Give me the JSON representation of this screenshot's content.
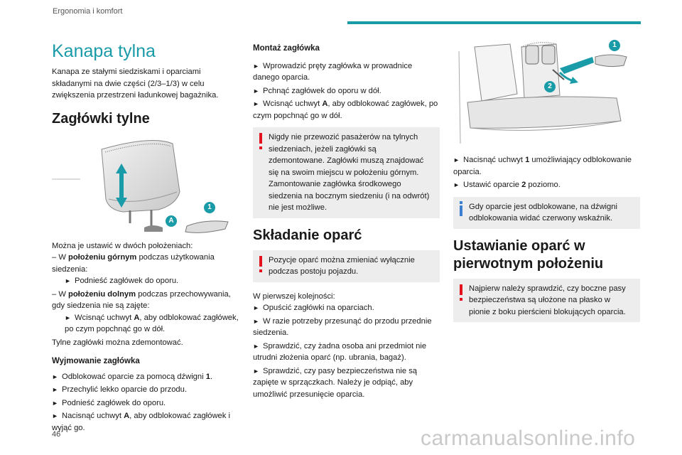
{
  "header": {
    "section": "Ergonomia i komfort",
    "accent_color": "#1a9ba8"
  },
  "col1": {
    "title": "Kanapa tylna",
    "intro": "Kanapa ze stałymi siedziskami i oparciami składanymi na dwie części (2/3–1/3) w celu zwiększenia przestrzeni ładunkowej bagażnika.",
    "heading": "Zagłówki tylne",
    "figure": {
      "label_a": "A",
      "label_1": "1"
    },
    "adjust_intro": "Można je ustawić w dwóch położeniach:",
    "pos_upper_prefix": "– W ",
    "pos_upper_bold": "położeniu górnym",
    "pos_upper_suffix": " podczas użytkowania siedzenia:",
    "pos_upper_step": "Podnieść zagłówek do oporu.",
    "pos_lower_prefix": "– W ",
    "pos_lower_bold": "położeniu dolnym",
    "pos_lower_suffix": " podczas przechowywania, gdy siedzenia nie są zajęte:",
    "pos_lower_step_pre": "Wcisnąć uchwyt ",
    "pos_lower_step_bold": "A",
    "pos_lower_step_post": ", aby odblokować zagłówek, po czym popchnąć go w dół.",
    "removable": "Tylne zagłówki można zdemontować.",
    "remove_heading": "Wyjmowanie zagłówka",
    "remove_step1_pre": "Odblokować oparcie za pomocą dźwigni ",
    "remove_step1_bold": "1",
    "remove_step1_post": ".",
    "remove_step2": "Przechylić lekko oparcie do przodu.",
    "remove_step3": "Podnieść zagłówek do oporu.",
    "remove_step4_pre": "Nacisnąć uchwyt ",
    "remove_step4_bold": "A",
    "remove_step4_post": ", aby odblokować zagłówek i wyjąć go."
  },
  "col2": {
    "mount_heading": "Montaż zagłówka",
    "mount_step1": "Wprowadzić pręty zagłówka w prowadnice danego oparcia.",
    "mount_step2": "Pchnąć zagłówek do oporu w dół.",
    "mount_step3_pre": "Wcisnąć uchwyt ",
    "mount_step3_bold": "A",
    "mount_step3_post": ", aby odblokować zagłówek, po czym popchnąć go w dół.",
    "warn1_line1": "Nigdy nie przewozić pasażerów na tylnych siedzeniach, jeżeli zagłówki są zdemontowane. Zagłówki muszą znajdować się na swoim miejscu w położeniu górnym.",
    "warn1_line2": "Zamontowanie zagłówka środkowego siedzenia na bocznym siedzeniu (i na odwrót) nie jest możliwe.",
    "fold_heading": "Składanie oparć",
    "warn2": "Pozycje oparć można zmieniać wyłącznie podczas postoju pojazdu.",
    "order_intro": "W pierwszej kolejności:",
    "order_step1": "Opuścić zagłówki na oparciach.",
    "order_step2": "W razie potrzeby przesunąć do przodu przednie siedzenia.",
    "order_step3": "Sprawdzić, czy żadna osoba ani przedmiot nie utrudni złożenia oparć (np. ubrania, bagaż).",
    "order_step4": "Sprawdzić, czy pasy bezpieczeństwa nie są zapięte w sprzączkach. Należy je odpiąć, aby umożliwić przesunięcie oparcia."
  },
  "col3": {
    "figure": {
      "label_1": "1",
      "label_2": "2"
    },
    "step1_pre": "Nacisnąć uchwyt ",
    "step1_bold": "1",
    "step1_post": " umożliwiający odblokowanie oparcia.",
    "step2_pre": "Ustawić oparcie ",
    "step2_bold": "2",
    "step2_post": " poziomo.",
    "info": "Gdy oparcie jest odblokowane, na dźwigni odblokowania widać czerwony wskaźnik.",
    "restore_heading": "Ustawianie oparć w pierwotnym położeniu",
    "warn3": "Najpierw należy sprawdzić, czy boczne pasy bezpieczeństwa są ułożone na płasko w pionie z boku pierścieni blokujących oparcia."
  },
  "footer": {
    "page_number": "46",
    "watermark": "carmanualsonline.info"
  },
  "colors": {
    "warning": "#e3101e",
    "info": "#3a7fd0",
    "callout_bg": "#ededed"
  }
}
